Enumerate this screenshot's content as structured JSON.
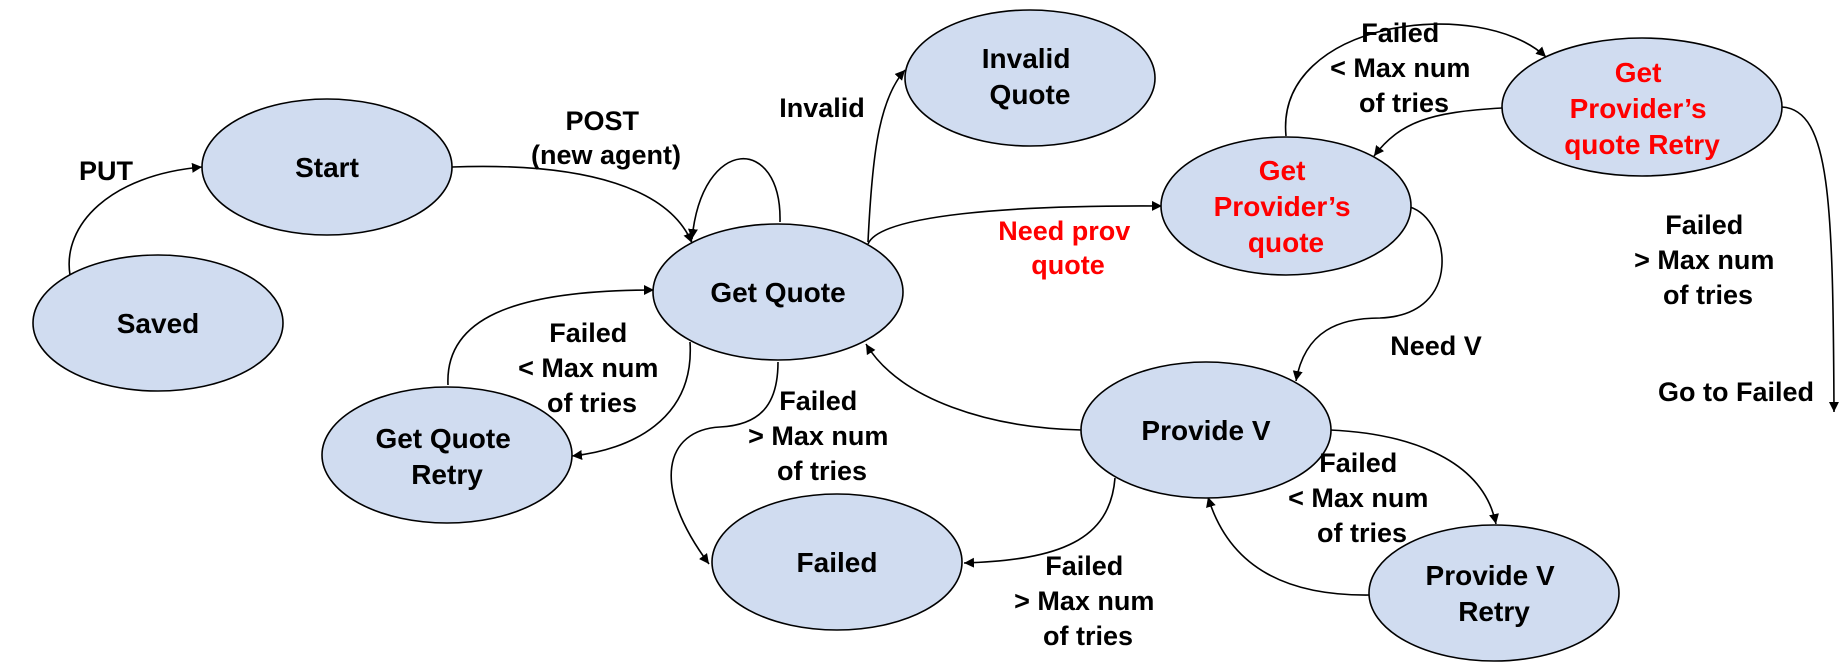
{
  "colors": {
    "node_fill": "#d0dcf0",
    "stroke": "#000000",
    "highlight": "#ff0000"
  },
  "nodes": {
    "saved": [
      "Saved"
    ],
    "start": [
      "Start"
    ],
    "get_quote": [
      "Get Quote"
    ],
    "invalid_quote": [
      "Invalid",
      "Quote"
    ],
    "get_quote_retry": [
      "Get Quote",
      "Retry"
    ],
    "failed": [
      "Failed"
    ],
    "get_providers_quote": [
      "Get",
      "Provider’s",
      "quote"
    ],
    "get_providers_quote_retry": [
      "Get",
      "Provider’s",
      "quote Retry"
    ],
    "provide_v": [
      "Provide V"
    ],
    "provide_v_retry": [
      "Provide V",
      "Retry"
    ]
  },
  "edge_labels": {
    "put": [
      "PUT"
    ],
    "post": [
      "POST",
      "(new agent)"
    ],
    "invalid": [
      "Invalid"
    ],
    "need_prov_quote": [
      "Need prov",
      "quote"
    ],
    "gq_retry": [
      "Failed",
      "< Max num",
      "of tries"
    ],
    "gq_fail": [
      "Failed",
      "> Max num",
      "of tries"
    ],
    "pq_retry": [
      "Failed",
      "< Max num",
      "of tries"
    ],
    "pq_fail": [
      "Failed",
      "> Max num",
      "of tries"
    ],
    "go_to_failed": [
      "Go to Failed"
    ],
    "need_v": [
      "Need V"
    ],
    "pv_retry": [
      "Failed",
      "< Max num",
      "of tries"
    ],
    "pv_fail": [
      "Failed",
      "> Max num",
      "of tries"
    ]
  }
}
